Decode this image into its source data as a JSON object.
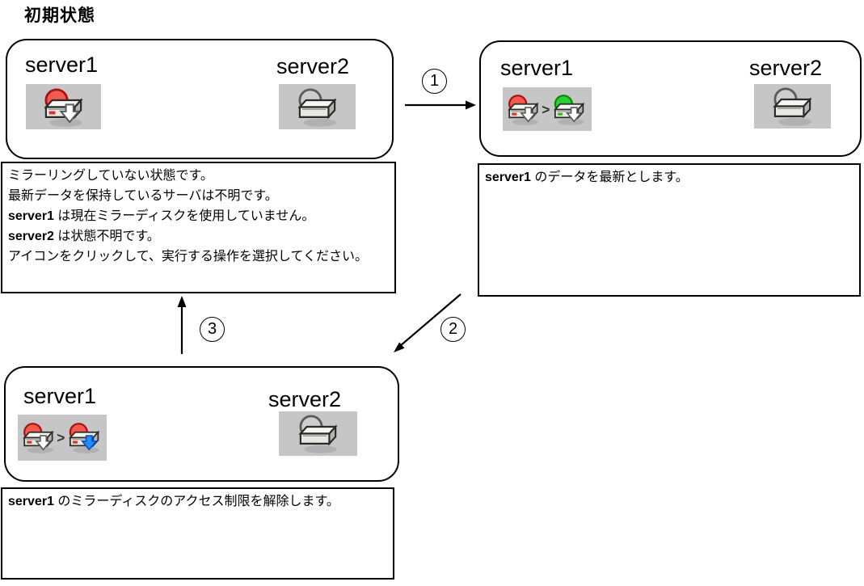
{
  "title": "初期状態",
  "steps": {
    "one": "1",
    "two": "2",
    "three": "3"
  },
  "colors": {
    "line": "#000000",
    "icon_bg": "#c6c6c6",
    "cloud_red": "#f3594f",
    "cloud_green": "#2ecc35",
    "cloud_gray": "#cdcdcd",
    "arrow_white": "#ffffff",
    "arrow_blue": "#1f8fff",
    "dash_red": "#e03020",
    "dash_green": "#28b828"
  },
  "state_boxes": {
    "initial": {
      "server1_label": "server1",
      "server2_label": "server2",
      "server1_icon": {
        "type": "single",
        "cloud": "red",
        "arrow": "white",
        "dash": "red"
      },
      "server2_icon": {
        "type": "single",
        "cloud": "gray",
        "arrow": "none",
        "dash": "none"
      }
    },
    "after_step1": {
      "server1_label": "server1",
      "server2_label": "server2",
      "server1_icon": {
        "type": "transition",
        "from": {
          "cloud": "red",
          "arrow": "white",
          "dash": "red"
        },
        "to": {
          "cloud": "green",
          "arrow": "white",
          "dash": "green"
        }
      },
      "server2_icon": {
        "type": "single",
        "cloud": "gray",
        "arrow": "none",
        "dash": "none"
      }
    },
    "after_step2": {
      "server1_label": "server1",
      "server2_label": "server2",
      "server1_icon": {
        "type": "transition",
        "from": {
          "cloud": "red",
          "arrow": "white",
          "dash": "red"
        },
        "to": {
          "cloud": "red",
          "arrow": "blue",
          "dash": "red"
        }
      },
      "server2_icon": {
        "type": "single",
        "cloud": "gray",
        "arrow": "none",
        "dash": "none"
      }
    }
  },
  "descriptions": {
    "initial": {
      "lines": [
        {
          "strong": "",
          "text": "ミラーリングしていない状態です。"
        },
        {
          "strong": "",
          "text": "最新データを保持しているサーバは不明です。"
        },
        {
          "strong": "server1",
          "text": " は現在ミラーディスクを使用していません。"
        },
        {
          "strong": "server2",
          "text": " は状態不明です。"
        },
        {
          "strong": "",
          "text": "アイコンをクリックして、実行する操作を選択してください。"
        }
      ]
    },
    "after_step1": {
      "lines": [
        {
          "strong": "server1",
          "text": " のデータを最新とします。"
        }
      ]
    },
    "after_step2": {
      "lines": [
        {
          "strong": "server1",
          "text": " のミラーディスクのアクセス制限を解除します。"
        }
      ]
    }
  }
}
